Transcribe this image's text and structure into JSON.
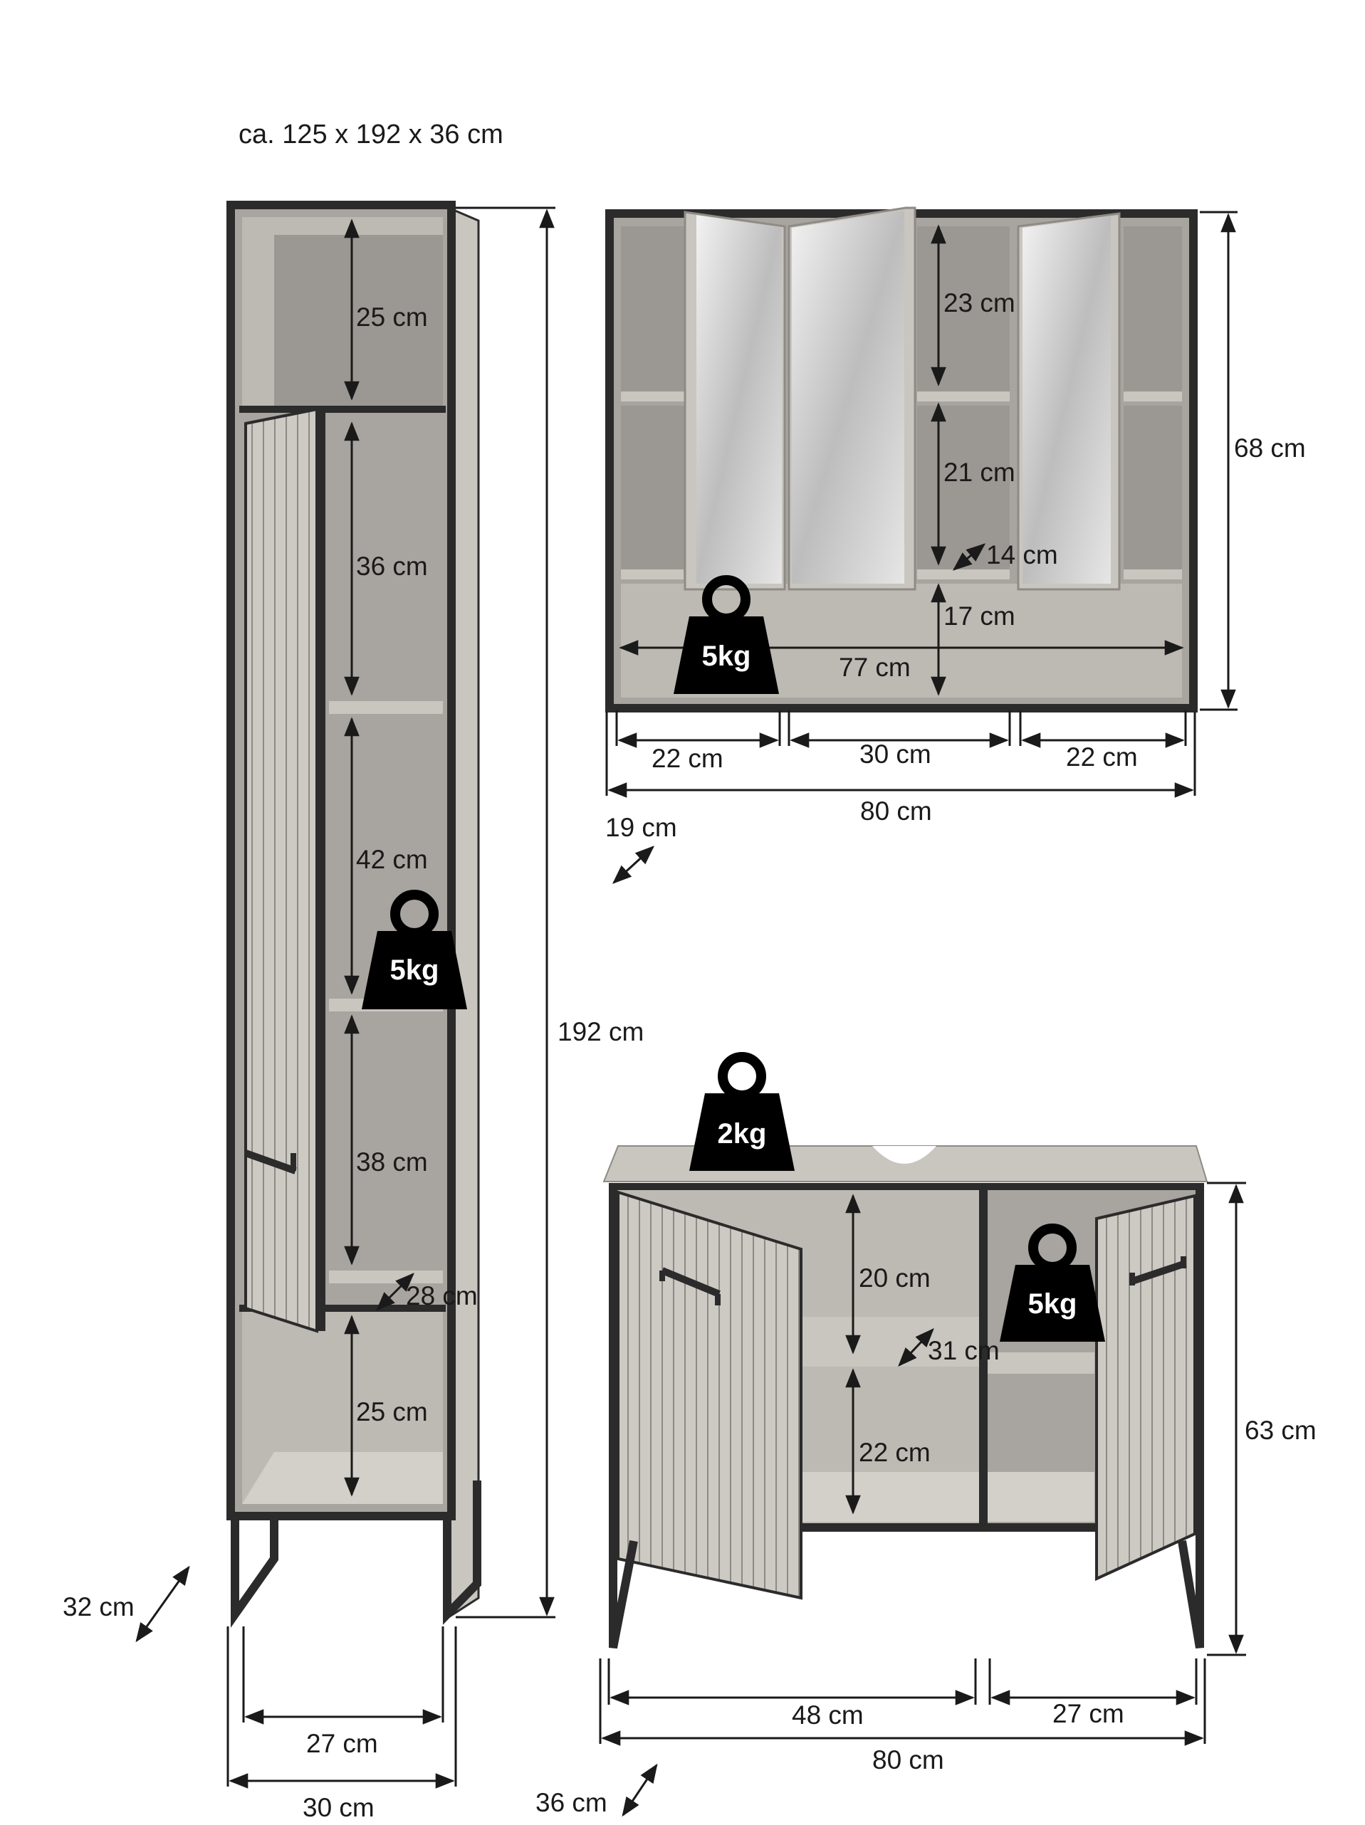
{
  "title": "ca. 125 x 192 x 36 cm",
  "colors": {
    "frame": "#2b2b2b",
    "panel": "#c9c5bf",
    "interior": "#a8a49f",
    "mirror": "#d8d8d8",
    "dimension_line": "#1a1a1a",
    "weight_badge": "#000000"
  },
  "tall_cabinet": {
    "compartments": [
      "25 cm",
      "36 cm",
      "42 cm",
      "38 cm",
      "25 cm"
    ],
    "shelf_depth": "28 cm",
    "inner_width": "27 cm",
    "outer_width": "30 cm",
    "depth": "32 cm",
    "height": "192 cm",
    "load": "5kg"
  },
  "mirror_cabinet": {
    "compartments": [
      "23 cm",
      "21 cm",
      "17 cm"
    ],
    "shelf_depth": "14 cm",
    "inner_width": "77 cm",
    "sections": [
      "22 cm",
      "30 cm",
      "22 cm"
    ],
    "width": "80 cm",
    "depth": "19 cm",
    "height": "68 cm",
    "load": "5kg"
  },
  "vanity_cabinet": {
    "compartments": [
      "20 cm",
      "22 cm"
    ],
    "shelf_depth": "31 cm",
    "sections": [
      "48 cm",
      "27 cm"
    ],
    "width": "80 cm",
    "depth": "36 cm",
    "height": "63 cm",
    "top_load": "2kg",
    "shelf_load": "5kg"
  }
}
